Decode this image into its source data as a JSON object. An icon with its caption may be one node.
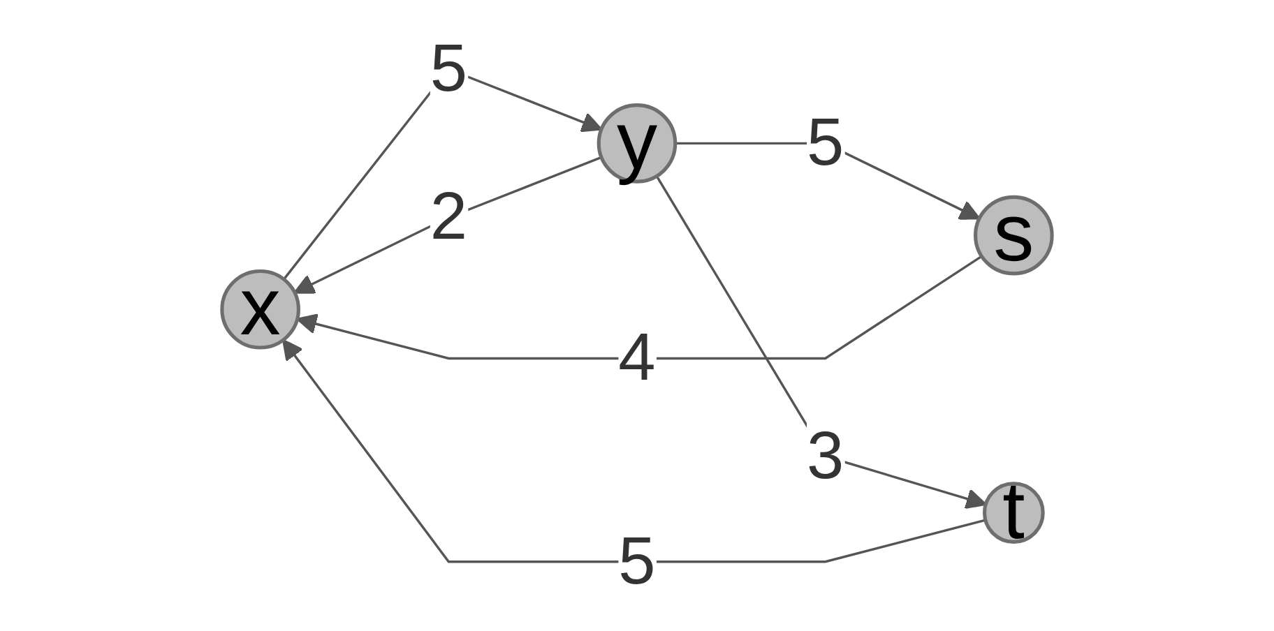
{
  "diagram": {
    "nodes": [
      {
        "text": [
          "x"
        ]
      },
      {
        "text": [
          "s"
        ]
      },
      {
        "text": [
          "t"
        ]
      },
      {
        "text": [
          "y"
        ]
      }
    ],
    "edges": [
      {
        "from": 1,
        "to": 0,
        "arrow": "to",
        "label": "4"
      },
      {
        "from": 3,
        "to": 0,
        "arrow": "to",
        "label": "2"
      },
      {
        "from": 0,
        "to": 3,
        "arrow": "to",
        "label": "5"
      },
      {
        "from": 2,
        "to": 0,
        "arrow": "to",
        "label": "5"
      },
      {
        "from": 3,
        "to": 1,
        "arrow": "to",
        "label": "5"
      },
      {
        "from": 3,
        "to": 2,
        "arrow": "to",
        "label": "3"
      }
    ]
  }
}
